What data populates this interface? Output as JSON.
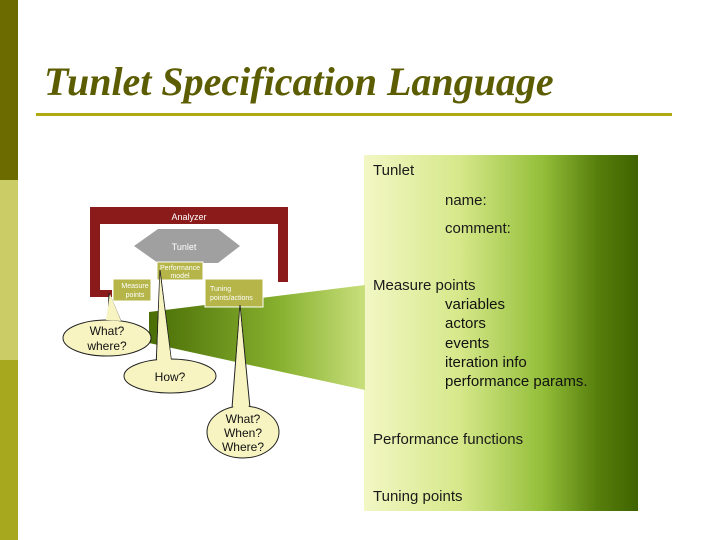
{
  "slide": {
    "title": "Tunlet Specification Language"
  },
  "panel": {
    "heading": "Tunlet",
    "name_label": "name:",
    "comment_label": "comment:",
    "measure_points": "Measure points",
    "measure_items": [
      "variables",
      "actors",
      "events",
      "iteration info",
      "performance params."
    ],
    "performance_functions": "Performance functions",
    "tuning_points": "Tuning points"
  },
  "diagram": {
    "analyzer": "Analyzer",
    "tunlet": "Tunlet",
    "performance_model": [
      "Performance",
      "model"
    ],
    "measure_points": [
      "Measure",
      "points"
    ],
    "tuning_points": [
      "Tuning",
      "points/actions"
    ]
  },
  "callouts": {
    "what_where": [
      "What?",
      "where?"
    ],
    "how": "How?",
    "what_when_where": [
      "What?",
      "When?",
      "Where?"
    ]
  },
  "colors": {
    "sidebar_dark": "#6b6b00",
    "sidebar_light": "#cccc66",
    "title": "#5c5c00",
    "analyzer": "#8b1a1a",
    "box": "#b5b54a"
  }
}
